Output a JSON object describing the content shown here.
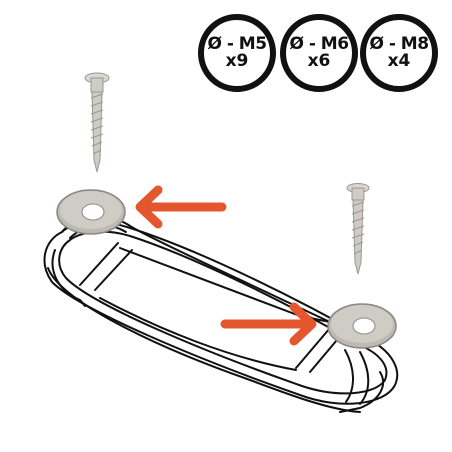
{
  "sizes": [
    {
      "label": "Ø - M5",
      "qty": "x9"
    },
    {
      "label": "Ø - M6",
      "qty": "x6"
    },
    {
      "label": "Ø - M8",
      "qty": "x4"
    }
  ],
  "colors": {
    "arrow": "#e4572e",
    "washer": "#bdbab4",
    "outline": "#111111"
  },
  "icons": [
    "screw-icon",
    "washer-icon",
    "arrow-icon",
    "strap-handle"
  ]
}
